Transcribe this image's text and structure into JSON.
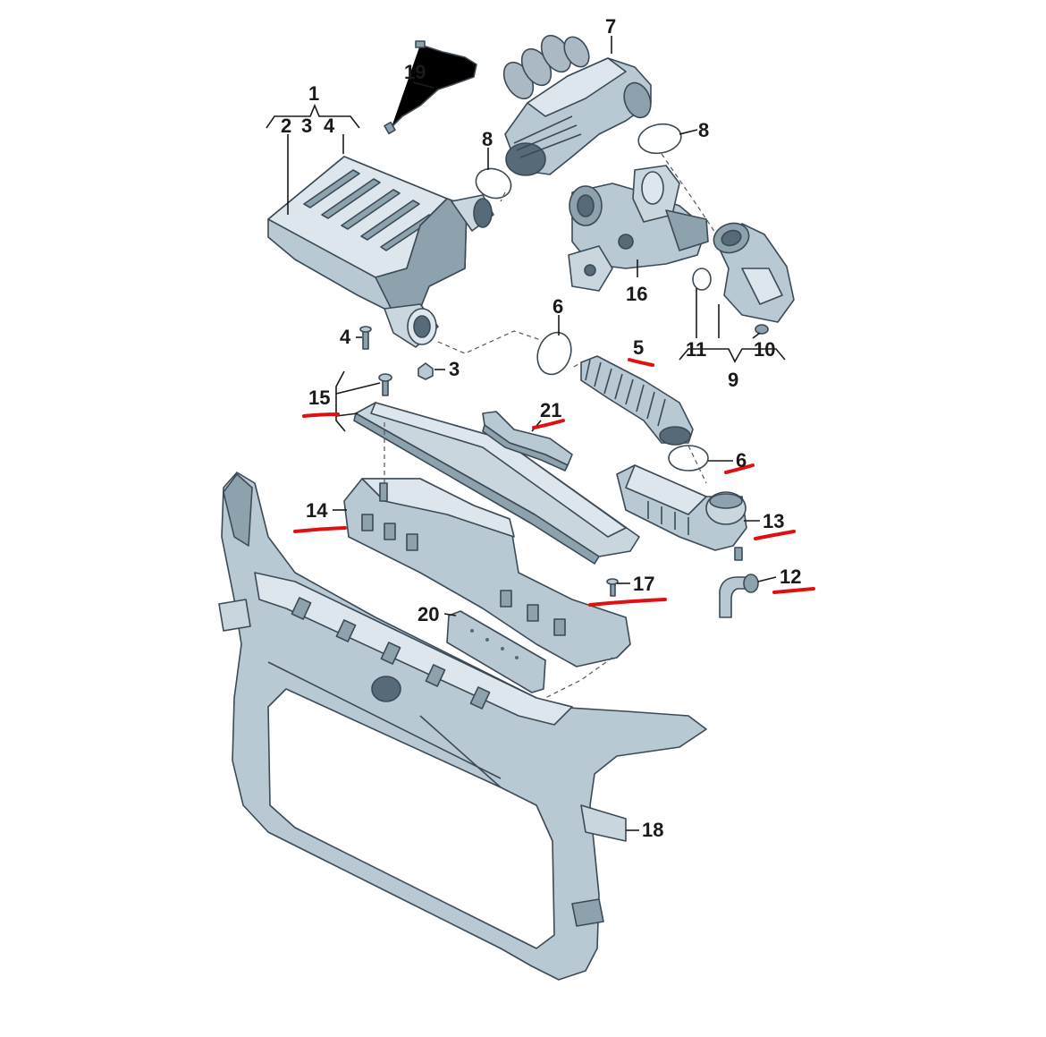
{
  "diagram": {
    "callouts": [
      {
        "id": "c1",
        "text": "1"
      },
      {
        "id": "c2",
        "text": "2"
      },
      {
        "id": "c3",
        "text": "3"
      },
      {
        "id": "c4",
        "text": "4"
      },
      {
        "id": "c3b",
        "text": "3"
      },
      {
        "id": "c4b",
        "text": "4"
      },
      {
        "id": "c5",
        "text": "5"
      },
      {
        "id": "c6a",
        "text": "6"
      },
      {
        "id": "c6b",
        "text": "6"
      },
      {
        "id": "c7",
        "text": "7"
      },
      {
        "id": "c8a",
        "text": "8"
      },
      {
        "id": "c8b",
        "text": "8"
      },
      {
        "id": "c9",
        "text": "9"
      },
      {
        "id": "c10",
        "text": "10"
      },
      {
        "id": "c11",
        "text": "11"
      },
      {
        "id": "c12",
        "text": "12"
      },
      {
        "id": "c13",
        "text": "13"
      },
      {
        "id": "c14",
        "text": "14"
      },
      {
        "id": "c15",
        "text": "15"
      },
      {
        "id": "c16",
        "text": "16"
      },
      {
        "id": "c17",
        "text": "17"
      },
      {
        "id": "c18",
        "text": "18"
      },
      {
        "id": "c19",
        "text": "19"
      },
      {
        "id": "c20",
        "text": "20"
      },
      {
        "id": "c21",
        "text": "21"
      }
    ],
    "highlight_color": "#e01010",
    "part_color": "#b9c9d3",
    "line_color": "#1a1a1a"
  }
}
